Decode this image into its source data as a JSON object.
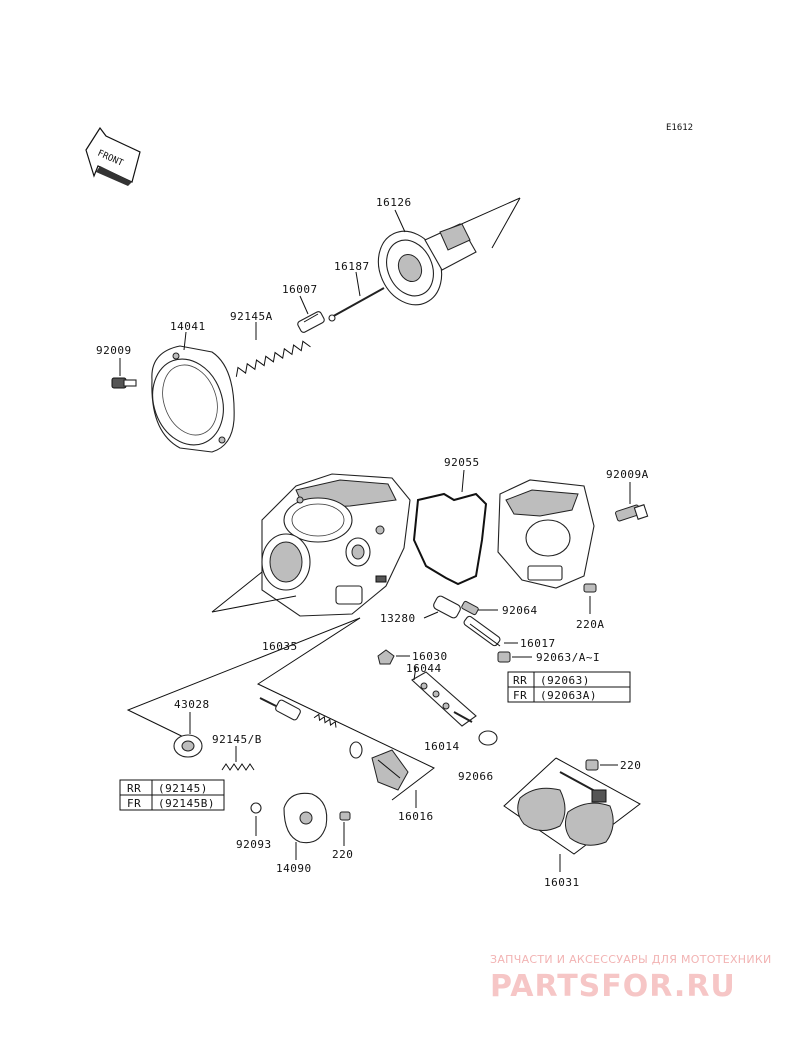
{
  "figure_code": "E1612",
  "front_label": "FRONT",
  "parts": {
    "p16126": "16126",
    "p16187": "16187",
    "p16007": "16007",
    "p92145A": "92145A",
    "p14041": "14041",
    "p92009": "92009",
    "p92055": "92055",
    "p92009A": "92009A",
    "p13280": "13280",
    "p92064": "92064",
    "p16017": "16017",
    "p92063": "92063/A~I",
    "p220A": "220A",
    "p16035": "16035",
    "p16030": "16030",
    "p16044": "16044",
    "p43028": "43028",
    "p92145B": "92145/B",
    "p16014": "16014",
    "p92066": "92066",
    "p220a": "220",
    "p92093": "92093",
    "p14090": "14090",
    "p220b": "220",
    "p16016": "16016",
    "p16031": "16031"
  },
  "table_92063": [
    {
      "pos": "RR",
      "code": "(92063)"
    },
    {
      "pos": "FR",
      "code": "(92063A)"
    }
  ],
  "table_92145": [
    {
      "pos": "RR",
      "code": "(92145)"
    },
    {
      "pos": "FR",
      "code": "(92145B)"
    }
  ],
  "watermark": {
    "tagline": "ЗАПЧАСТИ И АКСЕССУАРЫ ДЛЯ МОТОТЕХНИКИ",
    "brand": "PARTSFOR.RU"
  }
}
